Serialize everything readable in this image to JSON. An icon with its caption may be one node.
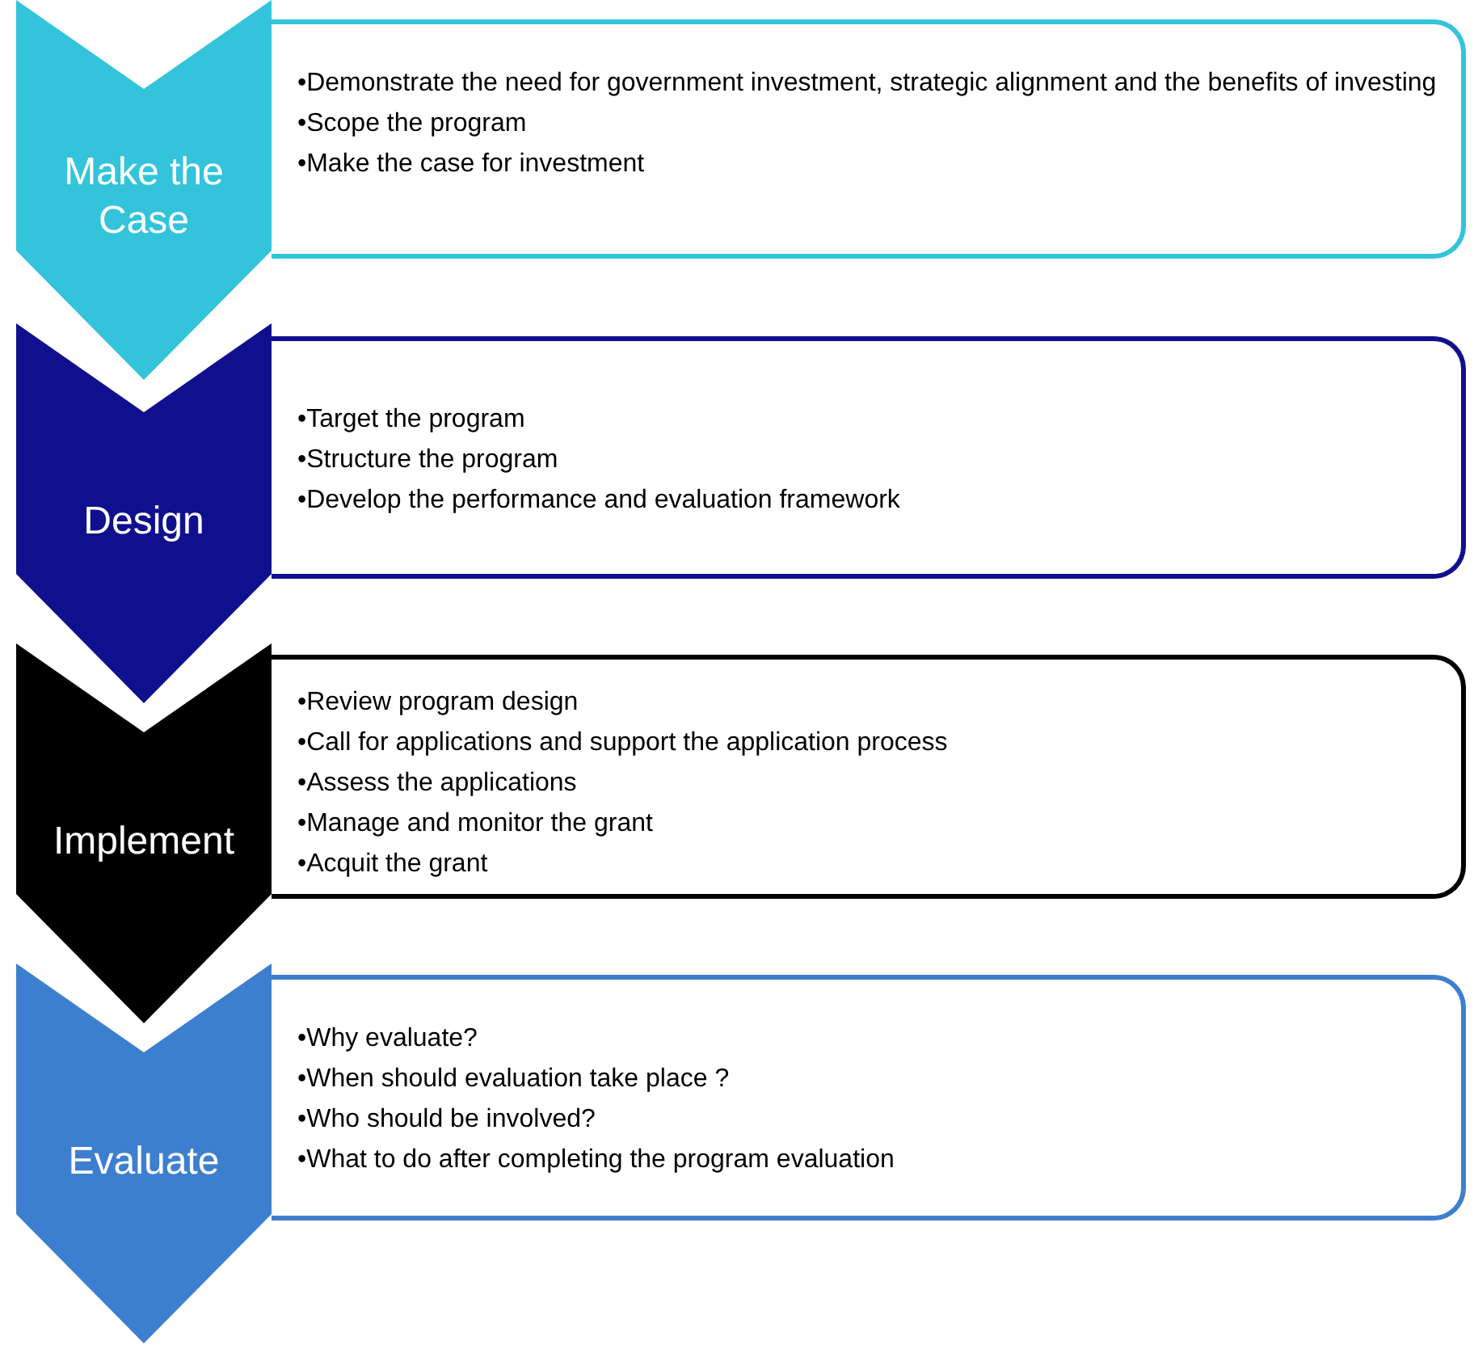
{
  "diagram": {
    "nodes": [
      {
        "text": [
          "Make the Case"
        ]
      },
      {
        "text": [
          "•Demonstrate the need for government investment, strategic alignment and the benefits of investing",
          "•Scope the program",
          "•Make the case for investment"
        ]
      },
      {
        "text": [
          "Design"
        ]
      },
      {
        "text": [
          "•Target the program",
          "•Structure the program",
          "•Develop the performance and evaluation framework"
        ]
      },
      {
        "text": [
          "Implement"
        ]
      },
      {
        "text": [
          "•Review program design",
          "•Call for applications and support the application process",
          "•Assess the applications",
          "•Manage and monitor the grant",
          "•Acquit the grant"
        ]
      },
      {
        "text": [
          "Evaluate"
        ]
      },
      {
        "text": [
          "•Why evaluate?",
          "•When should evaluation take place ?",
          "•Who should be involved?",
          "•What to do after completing the program evaluation"
        ]
      }
    ]
  }
}
